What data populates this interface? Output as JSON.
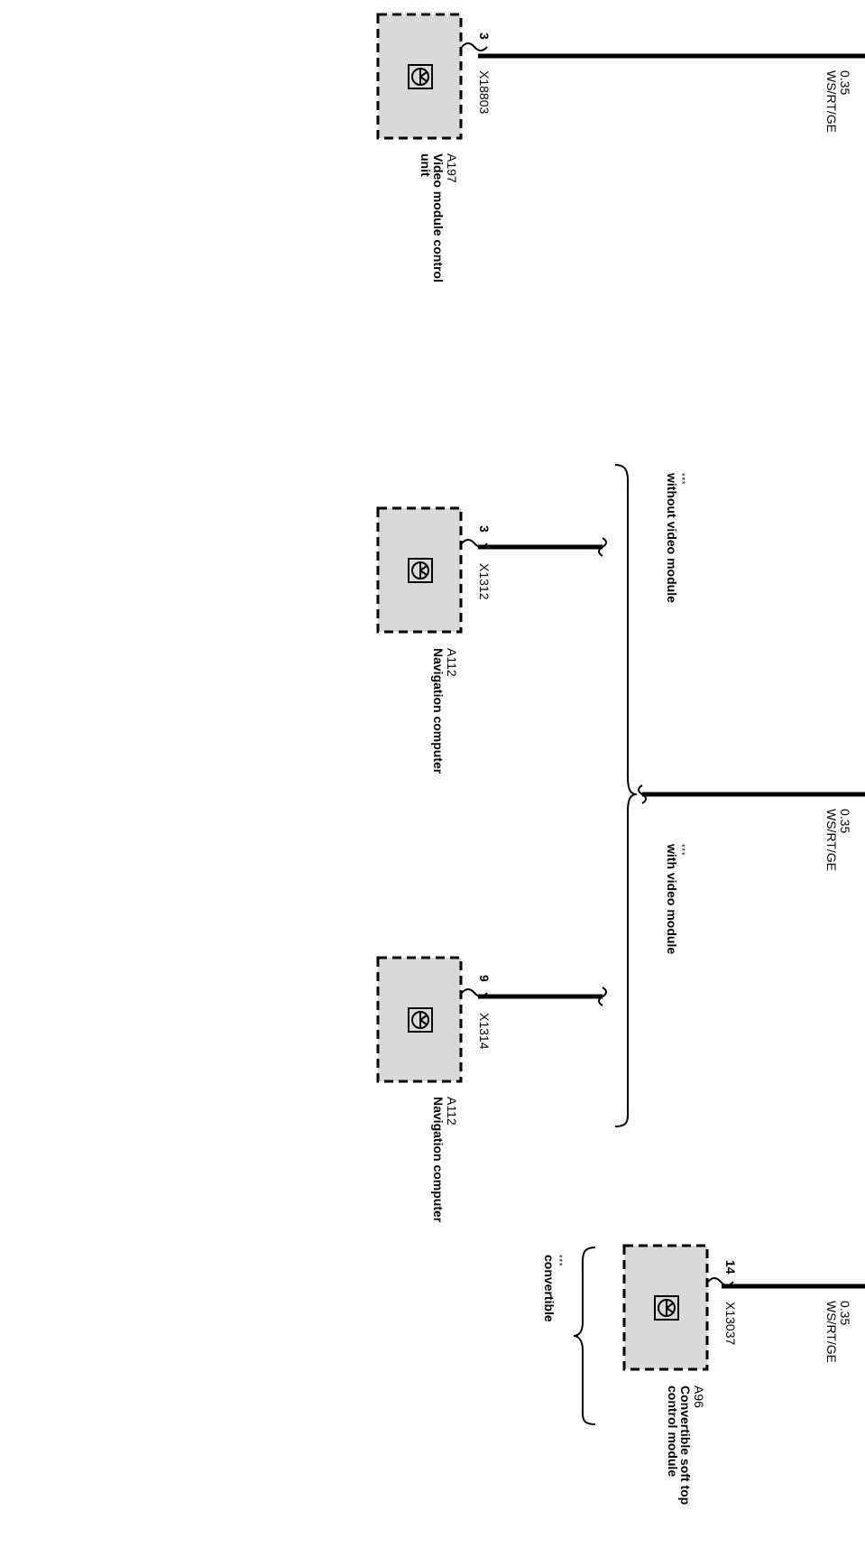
{
  "wire_spec": {
    "gauge": "0.35",
    "color": "WS/RT/GE"
  },
  "modules": [
    {
      "id": "A197",
      "name": "Video module control unit",
      "connector": "X18803",
      "pin": "3"
    },
    {
      "id": "A112",
      "name": "Navigation computer",
      "connector": "X1312",
      "pin": "3"
    },
    {
      "id": "A112",
      "name": "Navigation computer",
      "connector": "X1314",
      "pin": "9"
    },
    {
      "id": "A96",
      "name": "Convertible soft top control module",
      "connector": "X13037",
      "pin": "14"
    }
  ],
  "variants": [
    {
      "mark": "***",
      "label": "without video module"
    },
    {
      "mark": "***",
      "label": "with video module"
    },
    {
      "mark": "***",
      "label": "convertible"
    }
  ],
  "icon": "control-unit-symbol-icon"
}
